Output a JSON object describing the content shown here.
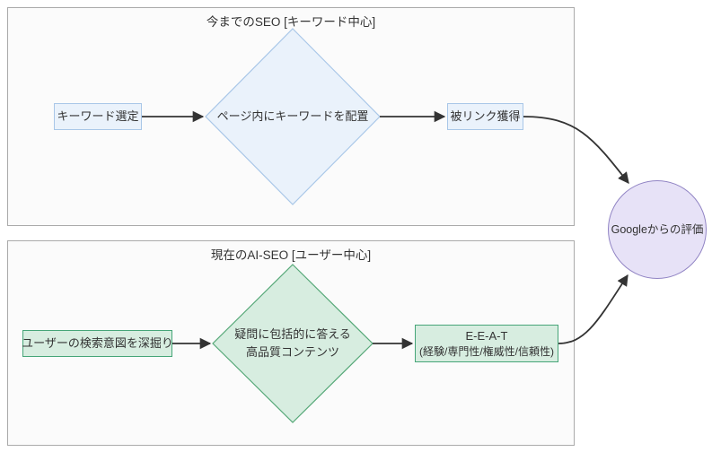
{
  "legacy_seo": {
    "title": "今までのSEO [キーワード中心]",
    "keyword_selection": "キーワード選定",
    "keyword_placement": "ページ内にキーワードを配置",
    "backlinks": "被リンク獲得"
  },
  "ai_seo": {
    "title": "現在のAI-SEO [ユーザー中心]",
    "search_intent": "ユーザーの検索意図を深掘り",
    "quality_content_line1": "疑問に包括的に答える",
    "quality_content_line2": "高品質コンテンツ",
    "eeat_title": "E-E-A-T",
    "eeat_detail": "(経験/専門性/権威性/信頼性)"
  },
  "goal": {
    "label": "Googleからの評価"
  },
  "colors": {
    "blue_fill": "#eaf2fb",
    "blue_border": "#a9c7e8",
    "green_fill": "#d7ede0",
    "green_border": "#46a578",
    "purple_fill": "#e7e2f7",
    "purple_border": "#9184c4",
    "cluster_fill": "#fbfbfb",
    "cluster_border": "#aaaaaa",
    "edge": "#333333",
    "text": "#333333"
  }
}
